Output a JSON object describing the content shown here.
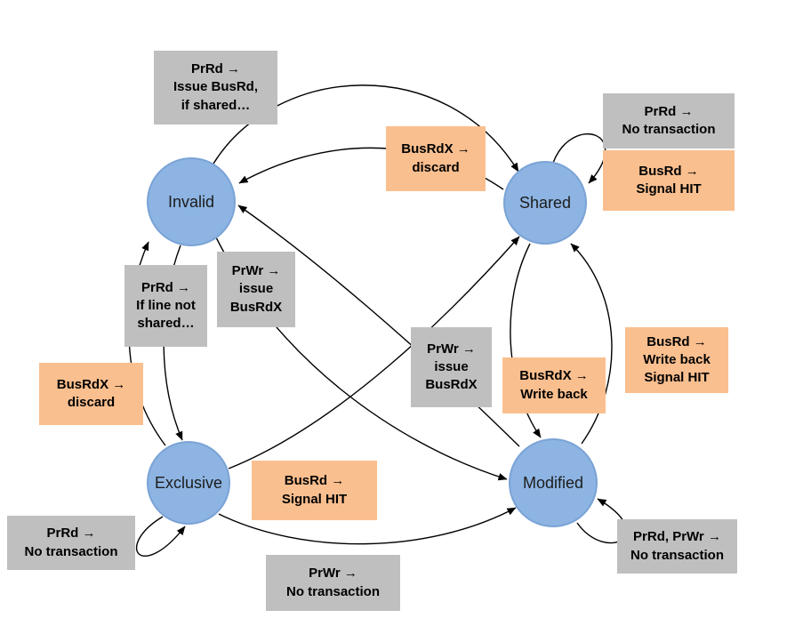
{
  "states": {
    "invalid": {
      "label": "Invalid"
    },
    "shared": {
      "label": "Shared"
    },
    "exclusive": {
      "label": "Exclusive"
    },
    "modified": {
      "label": "Modified"
    }
  },
  "transitions": {
    "inv_to_shared": {
      "from": "Invalid",
      "to": "Shared",
      "kind": "processor",
      "text": "PrRd →\nIssue BusRd,\nif shared…"
    },
    "shared_to_inv": {
      "from": "Shared",
      "to": "Invalid",
      "kind": "bus",
      "text": "BusRdX →\ndiscard"
    },
    "shared_self_prrd": {
      "from": "Shared",
      "to": "Shared",
      "kind": "processor",
      "text": "PrRd →\nNo transaction"
    },
    "shared_self_busrd": {
      "from": "Shared",
      "to": "Shared",
      "kind": "bus",
      "text": "BusRd →\nSignal HIT"
    },
    "inv_to_excl": {
      "from": "Invalid",
      "to": "Exclusive",
      "kind": "processor",
      "text": "PrRd →\nIf line not\nshared…"
    },
    "inv_to_mod": {
      "from": "Invalid",
      "to": "Modified",
      "kind": "processor",
      "text": "PrWr →\nissue\nBusRdX"
    },
    "excl_to_inv": {
      "from": "Exclusive",
      "to": "Invalid",
      "kind": "bus",
      "text": "BusRdX →\ndiscard"
    },
    "shared_to_mod": {
      "from": "Shared",
      "to": "Modified",
      "kind": "processor",
      "text": "PrWr →\nissue\nBusRdX"
    },
    "mod_to_inv": {
      "from": "Modified",
      "to": "Invalid",
      "kind": "bus",
      "text": "BusRdX →\nWrite back"
    },
    "mod_to_shared": {
      "from": "Modified",
      "to": "Shared",
      "kind": "bus",
      "text": "BusRd →\nWrite back\nSignal HIT"
    },
    "excl_to_shared": {
      "from": "Exclusive",
      "to": "Shared",
      "kind": "bus",
      "text": "BusRd →\nSignal HIT"
    },
    "excl_self": {
      "from": "Exclusive",
      "to": "Exclusive",
      "kind": "processor",
      "text": "PrRd →\nNo transaction"
    },
    "excl_to_mod": {
      "from": "Exclusive",
      "to": "Modified",
      "kind": "processor",
      "text": "PrWr →\nNo transaction"
    },
    "mod_self": {
      "from": "Modified",
      "to": "Modified",
      "kind": "processor",
      "text": "PrRd, PrWr →\nNo transaction"
    }
  },
  "colors": {
    "state_fill": "#8DB4E2",
    "state_border": "#7AA3D6",
    "processor_box": "#BFBFBF",
    "bus_box": "#FABF8F",
    "arrow": "#000000"
  }
}
